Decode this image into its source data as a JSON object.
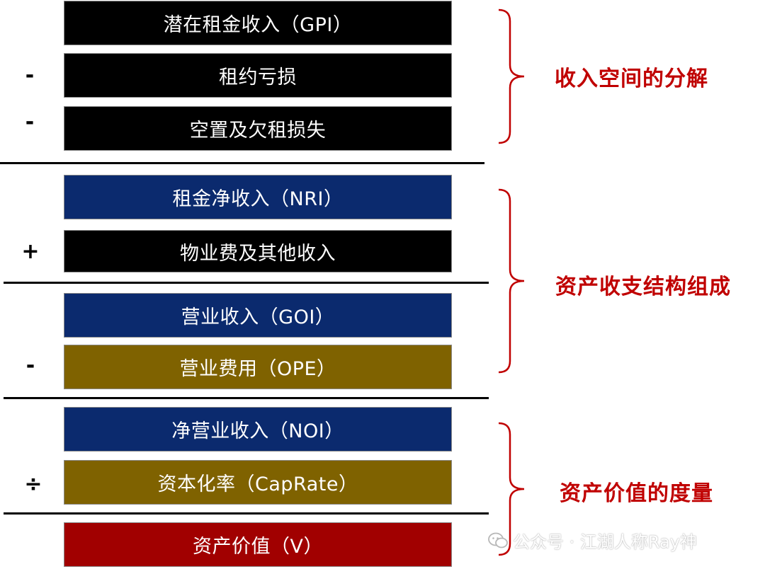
{
  "colors": {
    "black_box": "#000000",
    "navy_box": "#0b2a6e",
    "olive_box": "#7f6200",
    "red_box": "#a10000",
    "group_label": "#c00000"
  },
  "boxes": [
    {
      "text": "潜在租金收入（GPI）",
      "color": "#000000"
    },
    {
      "text": "租约亏损",
      "color": "#000000"
    },
    {
      "text": "空置及欠租损失",
      "color": "#000000"
    },
    {
      "text": "租金净收入（NRI）",
      "color": "#0b2a6e"
    },
    {
      "text": "物业费及其他收入",
      "color": "#000000"
    },
    {
      "text": "营业收入（GOI）",
      "color": "#0b2a6e"
    },
    {
      "text": "营业费用（OPE）",
      "color": "#7f6200"
    },
    {
      "text": "净营业收入（NOI）",
      "color": "#0b2a6e"
    },
    {
      "text": "资本化率（CapRate）",
      "color": "#7f6200"
    },
    {
      "text": "资产价值（V）",
      "color": "#a10000"
    }
  ],
  "operators": {
    "minus_lease_loss": "-",
    "minus_vacancy": "-",
    "plus_other_income": "+",
    "minus_ope": "-",
    "divide_caprate": "÷"
  },
  "groups": [
    {
      "label": "收入空间的分解"
    },
    {
      "label": "资产收支结构组成"
    },
    {
      "label": "资产价值的度量"
    }
  ],
  "watermark": {
    "text": "公众号 · 江湖人称Ray神",
    "icon": "wechat-icon"
  }
}
